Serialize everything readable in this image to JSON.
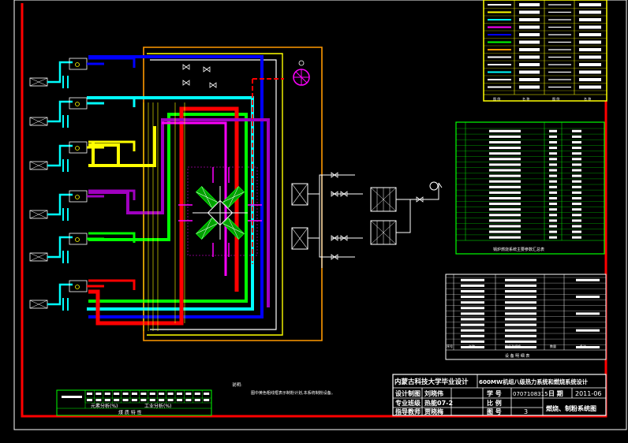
{
  "title_block": {
    "school_project": "内蒙古科技大学毕业设计",
    "project_title": "600MW机组八级热力系统和燃烧系统设计",
    "rows": [
      {
        "label": "设计制图",
        "person": "刘晓伟",
        "key": "学 号",
        "value": "0707108315",
        "key2": "日 期",
        "value2": "2011-06"
      },
      {
        "label": "专业班级",
        "person": "热能07-2",
        "key": "比 例",
        "value": "",
        "key2": "",
        "value2": ""
      },
      {
        "label": "指导教师",
        "person": "贾晓梅",
        "key": "图 号",
        "value": "3",
        "key2": "",
        "value2": ""
      }
    ],
    "drawing_name": "燃烧、制粉系统图"
  },
  "notes": {
    "heading": "说明:",
    "line1": "图中黄色粗线框表示制粉计划,本系统制粉设备。"
  },
  "fuel_table": {
    "subtitle": "元素分析(%)",
    "subtitle2": "工业分析(%)",
    "footer": "煤 质 特 性"
  },
  "equipment_table": {
    "footer": "设 备 明 细 表",
    "col_labels": [
      "序号",
      "名称",
      "型号及规格",
      "数量",
      "备注"
    ]
  },
  "boiler_table": {
    "footer": "锅炉燃烧系统主要参数汇总表"
  },
  "legend": {
    "footer_labels": [
      "图 例",
      "名 称",
      "图 例",
      "名 称"
    ]
  },
  "colors": {
    "frame_red": "#ff0000",
    "yellow": "#ffff00",
    "cyan": "#00ffff",
    "green": "#00ff00",
    "blue": "#0000ff",
    "magenta": "#ff00ff",
    "purple": "#a000c0",
    "orange": "#ff9900",
    "white": "#ffffff"
  }
}
